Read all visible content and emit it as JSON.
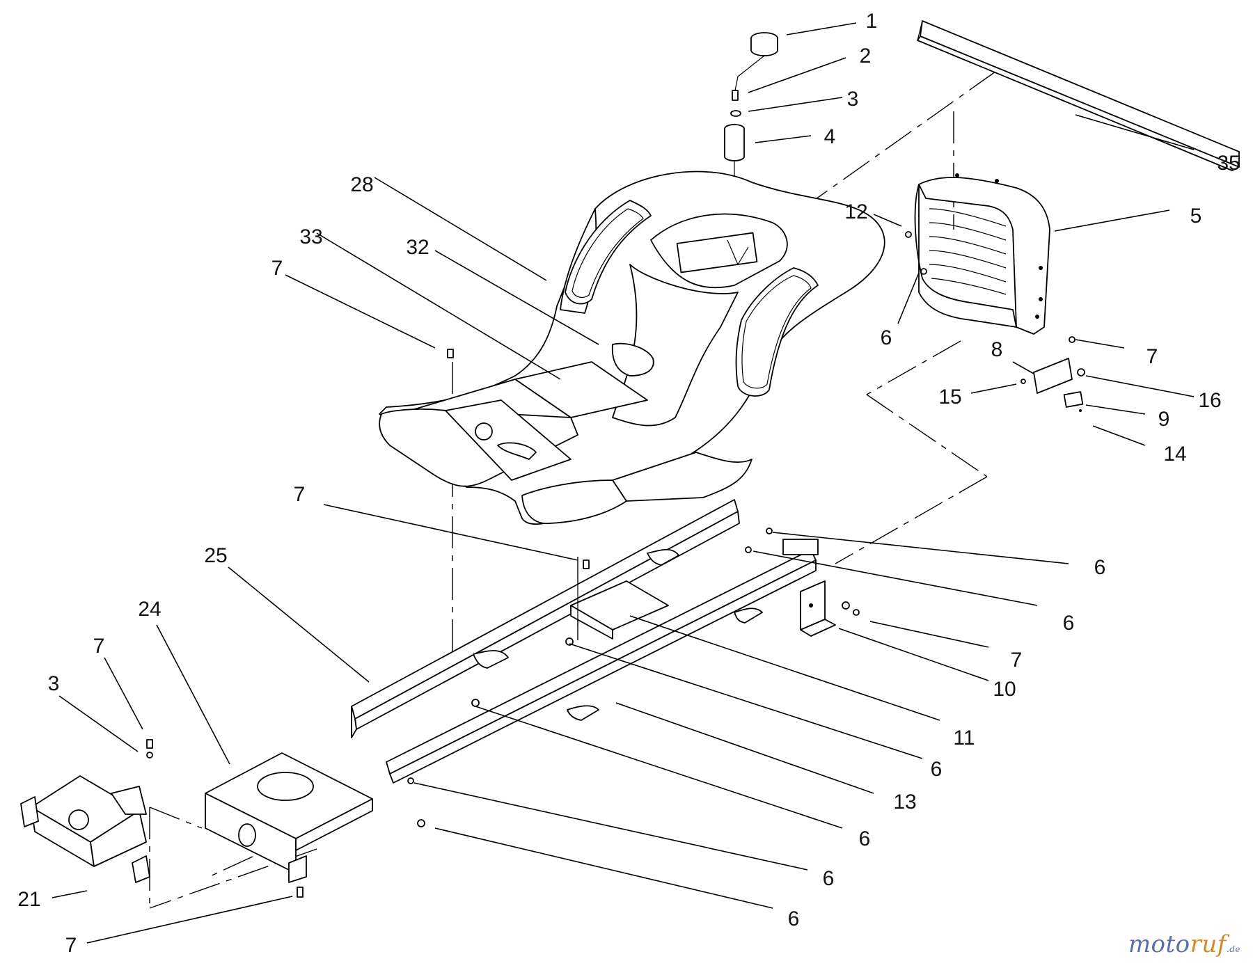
{
  "callouts": [
    {
      "id": "c1",
      "label": "1"
    },
    {
      "id": "c2",
      "label": "2"
    },
    {
      "id": "c3a",
      "label": "3"
    },
    {
      "id": "c4",
      "label": "4"
    },
    {
      "id": "c35",
      "label": "35"
    },
    {
      "id": "c28",
      "label": "28"
    },
    {
      "id": "c33",
      "label": "33"
    },
    {
      "id": "c32",
      "label": "32"
    },
    {
      "id": "c7a",
      "label": "7"
    },
    {
      "id": "c12",
      "label": "12"
    },
    {
      "id": "c5",
      "label": "5"
    },
    {
      "id": "c6a",
      "label": "6"
    },
    {
      "id": "c7b",
      "label": "7"
    },
    {
      "id": "c8",
      "label": "8"
    },
    {
      "id": "c16",
      "label": "16"
    },
    {
      "id": "c15",
      "label": "15"
    },
    {
      "id": "c9",
      "label": "9"
    },
    {
      "id": "c14",
      "label": "14"
    },
    {
      "id": "c7c",
      "label": "7"
    },
    {
      "id": "c6b",
      "label": "6"
    },
    {
      "id": "c6c",
      "label": "6"
    },
    {
      "id": "c25",
      "label": "25"
    },
    {
      "id": "c7d",
      "label": "7"
    },
    {
      "id": "c10",
      "label": "10"
    },
    {
      "id": "c24",
      "label": "24"
    },
    {
      "id": "c11",
      "label": "11"
    },
    {
      "id": "c7e",
      "label": "7"
    },
    {
      "id": "c6d",
      "label": "6"
    },
    {
      "id": "c3b",
      "label": "3"
    },
    {
      "id": "c13",
      "label": "13"
    },
    {
      "id": "c6e",
      "label": "6"
    },
    {
      "id": "c6f",
      "label": "6"
    },
    {
      "id": "c21",
      "label": "21"
    },
    {
      "id": "c6g",
      "label": "6"
    },
    {
      "id": "c7f",
      "label": "7"
    }
  ],
  "watermark": {
    "part_a": "moto",
    "part_b": "ruf",
    "part_c": ".de"
  }
}
